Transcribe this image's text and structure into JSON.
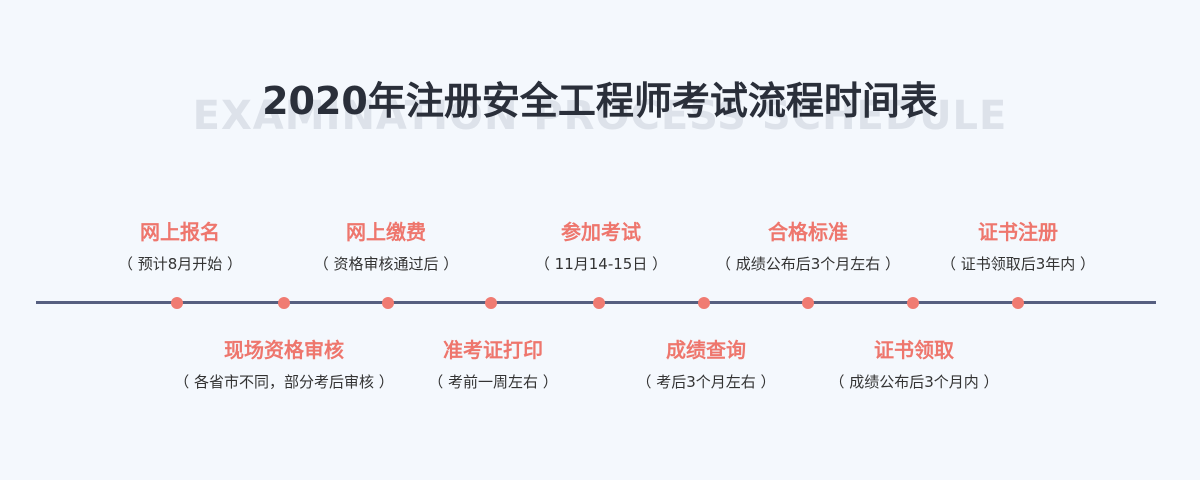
{
  "header": {
    "title": "2020年注册安全工程师考试流程时间表",
    "background_text": "EXAMINATION PROCESS SCHEDULE"
  },
  "colors": {
    "accent": "#ee766d",
    "line": "#565f80",
    "background": "#f4f8fd",
    "title": "#2a2f3a"
  },
  "steps": [
    {
      "name": "网上报名",
      "time": "（ 预计8月开始 ）",
      "position": "top"
    },
    {
      "name": "现场资格审核",
      "time": "（ 各省市不同，部分考后审核 ）",
      "position": "bottom"
    },
    {
      "name": "网上缴费",
      "time": "（ 资格审核通过后 ）",
      "position": "top"
    },
    {
      "name": "准考证打印",
      "time": "（ 考前一周左右 ）",
      "position": "bottom"
    },
    {
      "name": "参加考试",
      "time": "（ 11月14-15日 ）",
      "position": "top"
    },
    {
      "name": "成绩查询",
      "time": "（ 考后3个月左右 ）",
      "position": "bottom"
    },
    {
      "name": "合格标准",
      "time": "（ 成绩公布后3个月左右 ）",
      "position": "top"
    },
    {
      "name": "证书领取",
      "time": "（ 成绩公布后3个月内 ）",
      "position": "bottom"
    },
    {
      "name": "证书注册",
      "time": "（ 证书领取后3年内 ）",
      "position": "top"
    }
  ]
}
